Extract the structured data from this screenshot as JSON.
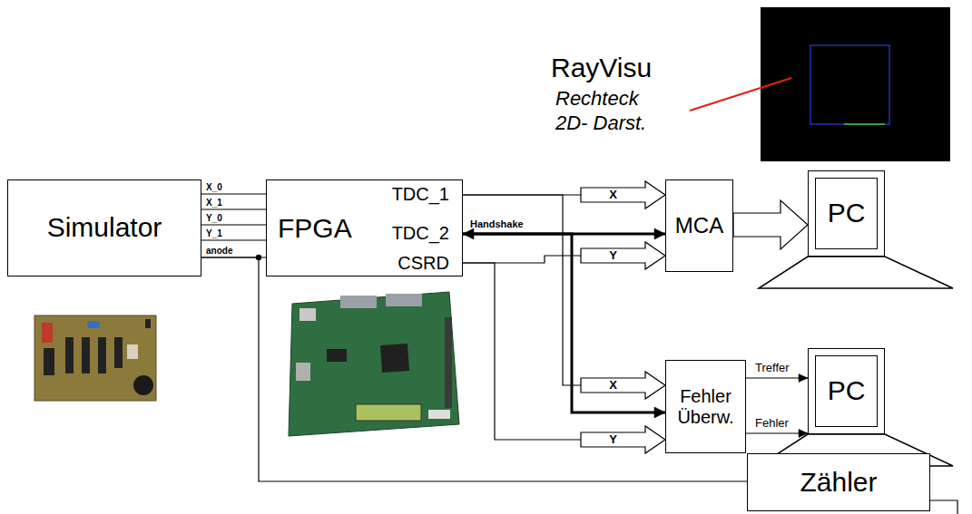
{
  "diagram": {
    "nodes": [
      {
        "text": [
          "Simulator"
        ]
      },
      {
        "text": [
          "FPGA",
          "TDC_1",
          "TDC_2",
          "CSRD"
        ]
      },
      {
        "text": [
          "MCA"
        ]
      },
      {
        "text": [
          "PC"
        ]
      },
      {
        "text": [
          "Fehler Überw."
        ]
      },
      {
        "text": [
          "PC"
        ]
      },
      {
        "text": [
          "Zähler"
        ]
      }
    ],
    "edges": [
      {
        "from": 0,
        "to": 1,
        "label": "X_0",
        "arrow": "none"
      },
      {
        "from": 0,
        "to": 1,
        "label": "X_1",
        "arrow": "none"
      },
      {
        "from": 0,
        "to": 1,
        "label": "Y_0",
        "arrow": "none"
      },
      {
        "from": 0,
        "to": 1,
        "label": "Y_1",
        "arrow": "none"
      },
      {
        "from": 0,
        "to": 1,
        "label": "anode",
        "arrow": "none"
      },
      {
        "from": 0,
        "to": 6,
        "arrow": "none"
      },
      {
        "from": 1,
        "to": 2,
        "label": "X",
        "arrow": "to"
      },
      {
        "from": 1,
        "to": 2,
        "label": "Handshake",
        "arrow": "both"
      },
      {
        "from": 1,
        "to": 2,
        "label": "Y",
        "arrow": "to"
      },
      {
        "from": 1,
        "to": 4,
        "label": "X",
        "arrow": "to"
      },
      {
        "from": 1,
        "to": 4,
        "arrow": "to"
      },
      {
        "from": 1,
        "to": 4,
        "label": "Y",
        "arrow": "to"
      },
      {
        "from": 2,
        "to": 3,
        "arrow": "to"
      },
      {
        "from": 4,
        "to": 5,
        "label": "Treffer",
        "arrow": "to"
      },
      {
        "from": 4,
        "to": 5,
        "label": "Fehler",
        "arrow": "to"
      }
    ],
    "labels": [
      "RayVisu",
      "Rechteck",
      "2D- Darst."
    ]
  }
}
